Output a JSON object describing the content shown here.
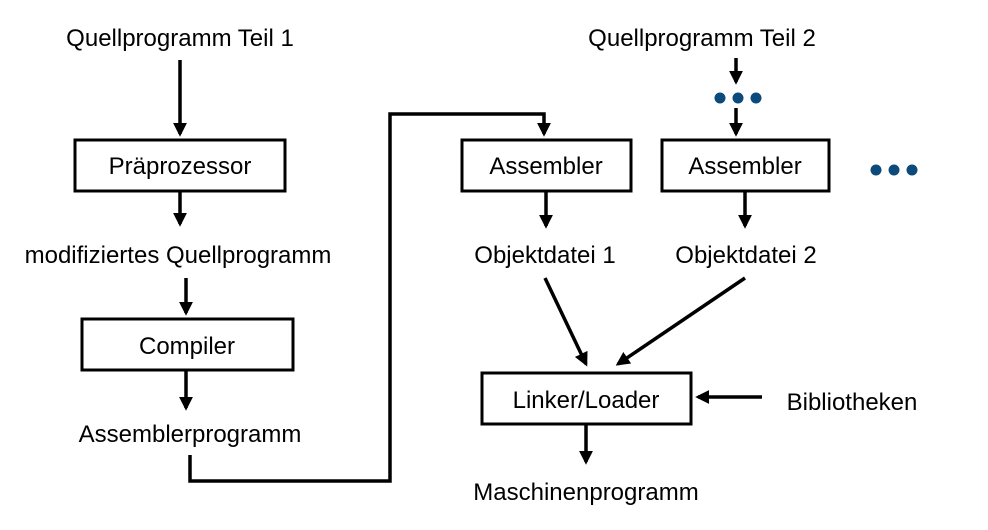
{
  "labels": {
    "source_part1": "Quellprogramm Teil 1",
    "source_part2": "Quellprogramm Teil 2",
    "modified_source": "modifiziertes Quellprogramm",
    "assembler_program": "Assemblerprogramm",
    "object_file_1": "Objektdatei 1",
    "object_file_2": "Objektdatei 2",
    "libraries": "Bibliotheken",
    "machine_program": "Maschinenprogramm"
  },
  "boxes": {
    "preprocessor": "Präprozessor",
    "compiler": "Compiler",
    "assembler_1": "Assembler",
    "assembler_2": "Assembler",
    "linker_loader": "Linker/Loader"
  },
  "colors": {
    "line": "#000000",
    "ellipsis_dots": "#0b4a7a"
  }
}
